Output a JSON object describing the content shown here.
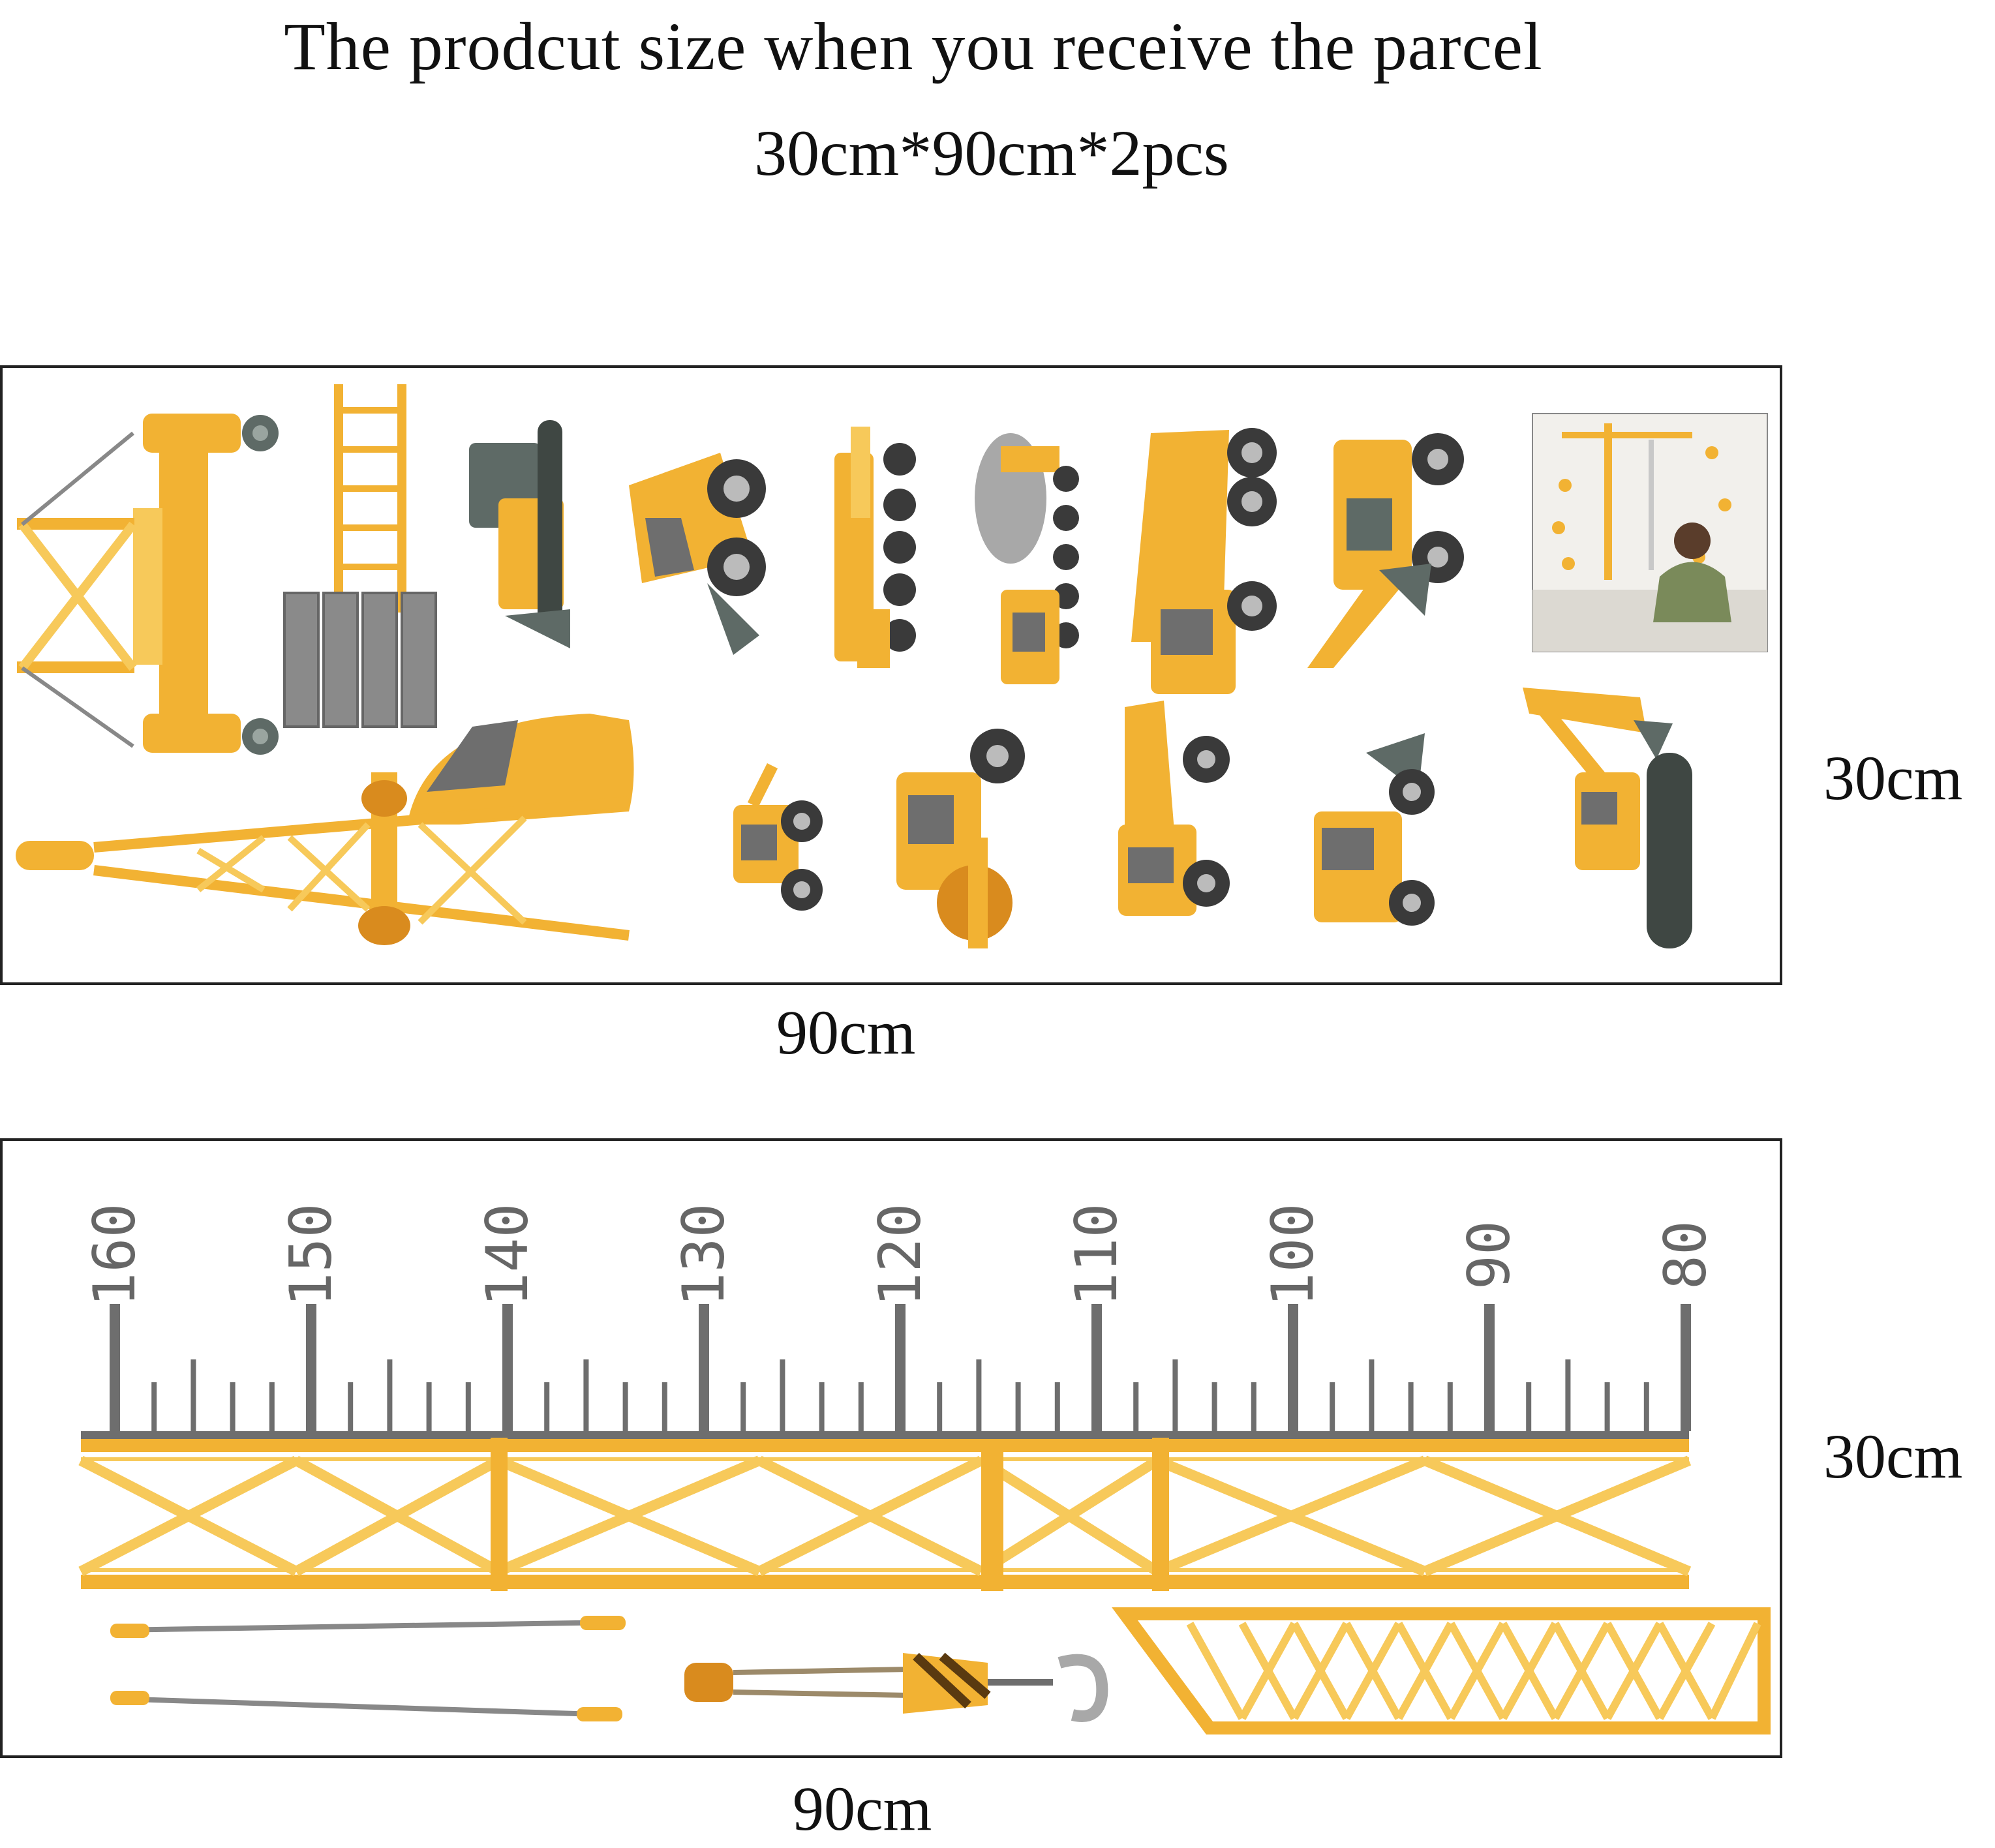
{
  "header": {
    "title": "The prodcut size when you receive the parcel",
    "subtitle": "30cm*90cm*2pcs"
  },
  "sheet1": {
    "width_label": "90cm",
    "height_label": "30cm",
    "stickers": [
      "crane-tower-top",
      "ladder",
      "concrete-blocks",
      "bulldozer",
      "wheel-loader",
      "crane-truck",
      "cement-mixer",
      "dump-truck",
      "front-loader",
      "crane-boom",
      "small-excavator",
      "road-roller",
      "tipper-truck",
      "skid-loader",
      "tracked-excavator"
    ],
    "preview_photo": "wall-sticker-preview"
  },
  "sheet2": {
    "width_label": "90cm",
    "height_label": "30cm",
    "ruler_labels": [
      "160",
      "150",
      "140",
      "130",
      "120",
      "110",
      "100",
      "90",
      "80"
    ]
  },
  "colors": {
    "yellow": "#F2B233",
    "yellow_light": "#F7C95A",
    "orange": "#D98B1E",
    "gray": "#6E6E6E",
    "dark_gray": "#4E5A55",
    "border": "#222222"
  }
}
